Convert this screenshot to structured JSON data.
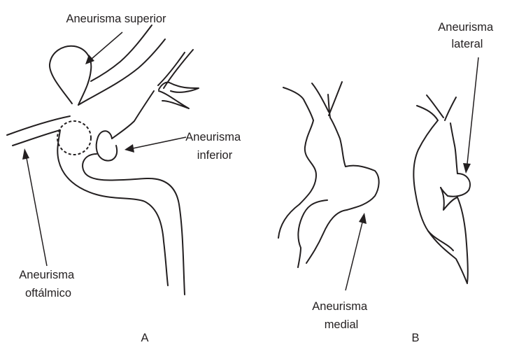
{
  "figure": {
    "panels": [
      {
        "id": "A",
        "letter": "A"
      },
      {
        "id": "B",
        "letter": "B"
      }
    ],
    "labels": {
      "superior": [
        "Aneurisma superior"
      ],
      "inferior": [
        "Aneurisma",
        "inferior"
      ],
      "oftalmico": [
        "Aneurisma",
        "oftálmico"
      ],
      "medial": [
        "Aneurisma",
        "medial"
      ],
      "lateral": [
        "Aneurisma",
        "lateral"
      ]
    },
    "colors": {
      "ink": "#231f20",
      "background": "#ffffff"
    }
  }
}
